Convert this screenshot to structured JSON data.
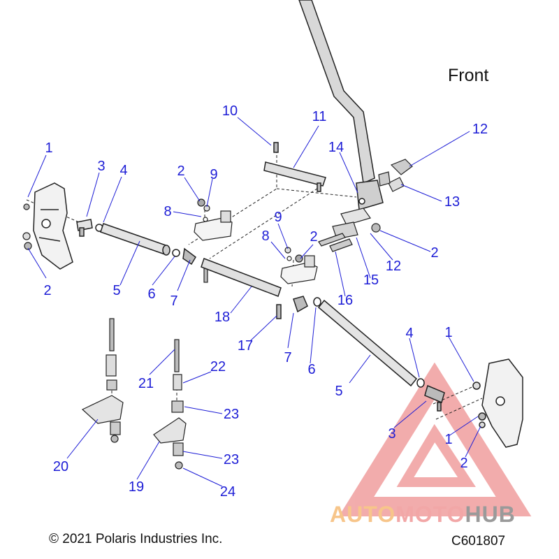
{
  "diagram": {
    "front_label": "Front",
    "copyright": "© 2021 Polaris Industries Inc.",
    "drawing_code": "C601807",
    "watermark": {
      "part1": "AUTO",
      "part2": "MOTO",
      "part3": "HUB",
      "colors": {
        "auto": "#f7c58a",
        "moto": "#f2a7a7",
        "hub": "#9a9a9a",
        "triangle": "#e86a6a"
      }
    },
    "callout_color": "#1d1dd6",
    "callouts": [
      "1",
      "3",
      "4",
      "2",
      "5",
      "6",
      "7",
      "2",
      "9",
      "8",
      "10",
      "11",
      "14",
      "12",
      "13",
      "9",
      "2",
      "8",
      "2",
      "12",
      "15",
      "16",
      "18",
      "17",
      "7",
      "6",
      "4",
      "1",
      "5",
      "3",
      "1",
      "2",
      "21",
      "22",
      "23",
      "20",
      "19",
      "23",
      "24"
    ]
  }
}
